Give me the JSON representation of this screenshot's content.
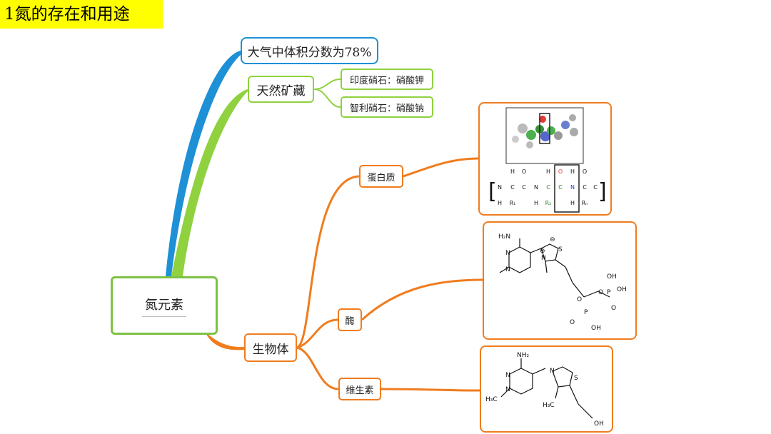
{
  "title": "1氮的存在和用途",
  "nodes": {
    "root": "氮元素",
    "air": "大气中体积分数为78%",
    "natural": "天然矿藏",
    "india_saltpeter": "印度硝石：硝酸钾",
    "chile_saltpeter": "智利硝石：硝酸钠",
    "organism": "生物体",
    "protein": "蛋白质",
    "enzyme": "酶",
    "vitamin": "维生素"
  },
  "protein_structure": {
    "atoms_top": [
      "H",
      "O",
      "H",
      "O",
      "H",
      "O"
    ],
    "atoms_mid": [
      "N",
      "C",
      "C",
      "N",
      "C",
      "C",
      "N",
      "C",
      "C"
    ],
    "atoms_bottom": [
      "H",
      "R₁",
      "H",
      "R₂",
      "H",
      "Rₙ"
    ]
  },
  "thiamine_pyrophosphate": {
    "labels": [
      "H₂N",
      "N",
      "N",
      "⊕",
      "N",
      "S",
      "⊖",
      "O",
      "P",
      "O",
      "P",
      "OH",
      "OH",
      "O",
      "OH",
      "O"
    ]
  },
  "thiamine": {
    "labels": [
      "NH₂",
      "N",
      "N",
      "H₃C",
      "N",
      "S",
      "H₃C",
      "OH"
    ]
  },
  "colors": {
    "air_branch": "#1e90d6",
    "natural_branch": "#8fd13f",
    "organism_branch": "#f07c1e",
    "title_bg": "#ffff00"
  }
}
